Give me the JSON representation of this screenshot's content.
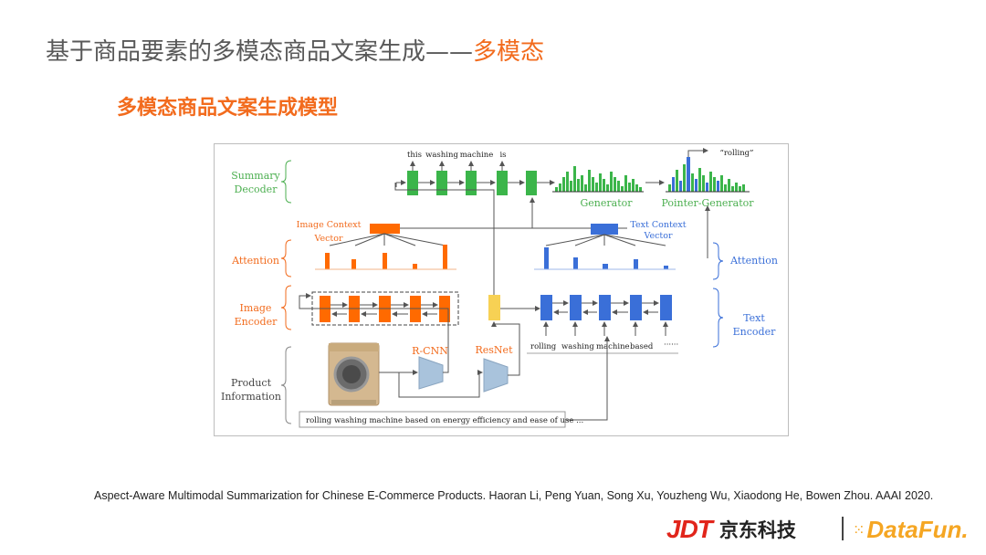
{
  "slide": {
    "title_main": "基于商品要素的多模态商品文案生成——",
    "title_accent": "多模态",
    "subtitle": "多模态商品文案生成模型",
    "citation": "Aspect-Aware Multimodal Summarization for Chinese E-Commerce Products. Haoran Li, Peng Yuan, Song Xu, Youzheng Wu, Xiaodong He, Bowen Zhou. AAAI 2020."
  },
  "logos": {
    "jdt_mark": "JDT",
    "jdt_name": "京东科技",
    "datafun": "DataFun."
  },
  "diagram": {
    "labels": {
      "summary_decoder": [
        "Summary",
        "Decoder"
      ],
      "attention_left": "Attention",
      "image_encoder": [
        "Image",
        "Encoder"
      ],
      "product_information": [
        "Product",
        "Information"
      ],
      "image_context_vector": [
        "Image Context",
        "Vector"
      ],
      "text_context_vector": [
        "Text Context",
        "Vector"
      ],
      "attention_right": "Attention",
      "text_encoder": [
        "Text",
        "Encoder"
      ],
      "rcnn": "R-CNN",
      "resnet": "ResNet",
      "generator": "Generator",
      "pointer_generator": "Pointer-Generator",
      "rolling_quote": "“rolling”",
      "decoder_words": [
        "this",
        "washing",
        "machine",
        "is"
      ],
      "encoder_words": [
        "rolling",
        "washing",
        "machine",
        "based",
        "······"
      ],
      "product_text": "rolling washing machine based on energy efficiency and ease of use ..."
    },
    "colors": {
      "green": "#3bb54a",
      "orange": "#ff6a00",
      "blue": "#3a6fd8",
      "yellow": "#f7d154",
      "label_green": "#4caf50",
      "label_orange": "#f26b1d",
      "label_blue": "#3a6fd8",
      "gray_label": "#444444"
    }
  }
}
